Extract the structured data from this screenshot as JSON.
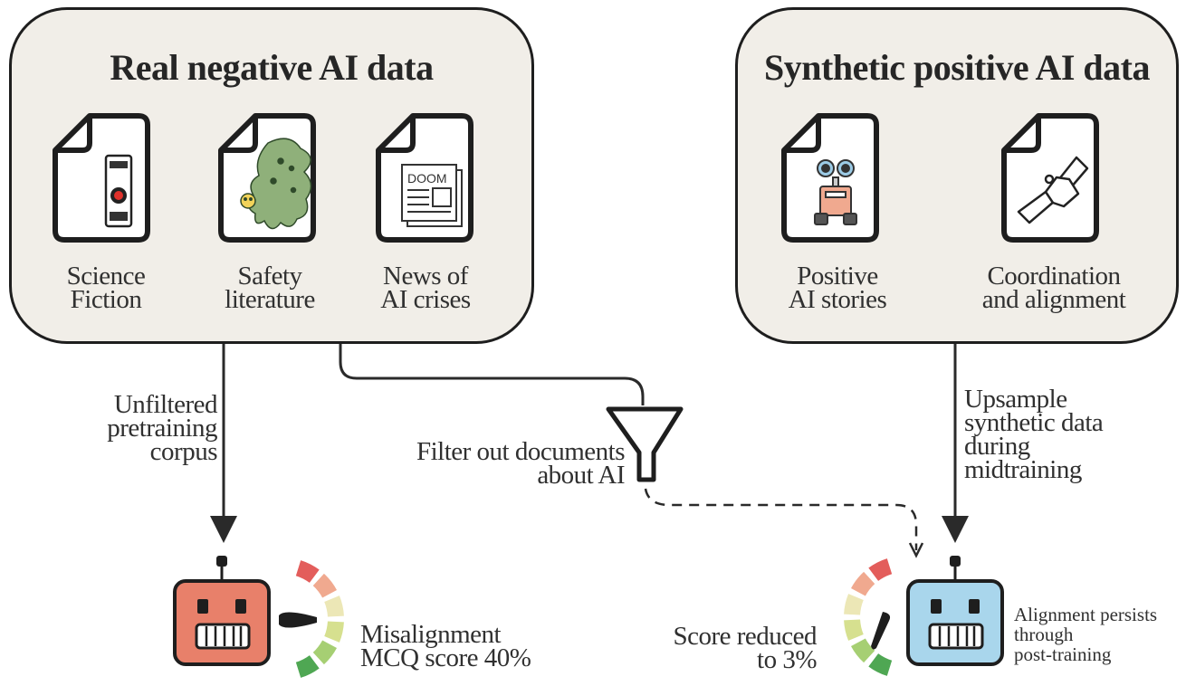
{
  "panels": {
    "left": {
      "title": "Real negative AI data",
      "docs": [
        {
          "label": "Science\nFiction",
          "icon": "hal-9000-icon"
        },
        {
          "label": "Safety\nliterature",
          "icon": "shoggoth-icon"
        },
        {
          "label": "News of\nAI crises",
          "icon": "newspaper-icon",
          "headline": "DOOM"
        }
      ]
    },
    "right": {
      "title": "Synthetic positive AI data",
      "docs": [
        {
          "label": "Positive\nAI stories",
          "icon": "friendly-robot-icon"
        },
        {
          "label": "Coordination\nand alignment",
          "icon": "handshake-icon"
        }
      ]
    }
  },
  "flows": {
    "unfiltered": "Unfiltered\npretraining\ncorpus",
    "filter": "Filter out documents\nabout AI",
    "upsample": "Upsample\nsynthetic data\nduring\nmidtraining"
  },
  "outcomes": {
    "left": {
      "label": "Misalignment\nMCQ score 40%",
      "score_percent": 40,
      "robot_color": "#e8806a"
    },
    "right": {
      "label": "Score reduced\nto 3%",
      "score_percent": 3,
      "robot_color": "#a9d6ec",
      "note": "Alignment persists\nthrough\npost-training"
    }
  },
  "colors": {
    "panel_bg": "#f1eee8",
    "gauge": [
      "#e35d5b",
      "#f0a98f",
      "#ece7b6",
      "#d6e08f",
      "#a6cf73",
      "#4fa753"
    ]
  }
}
